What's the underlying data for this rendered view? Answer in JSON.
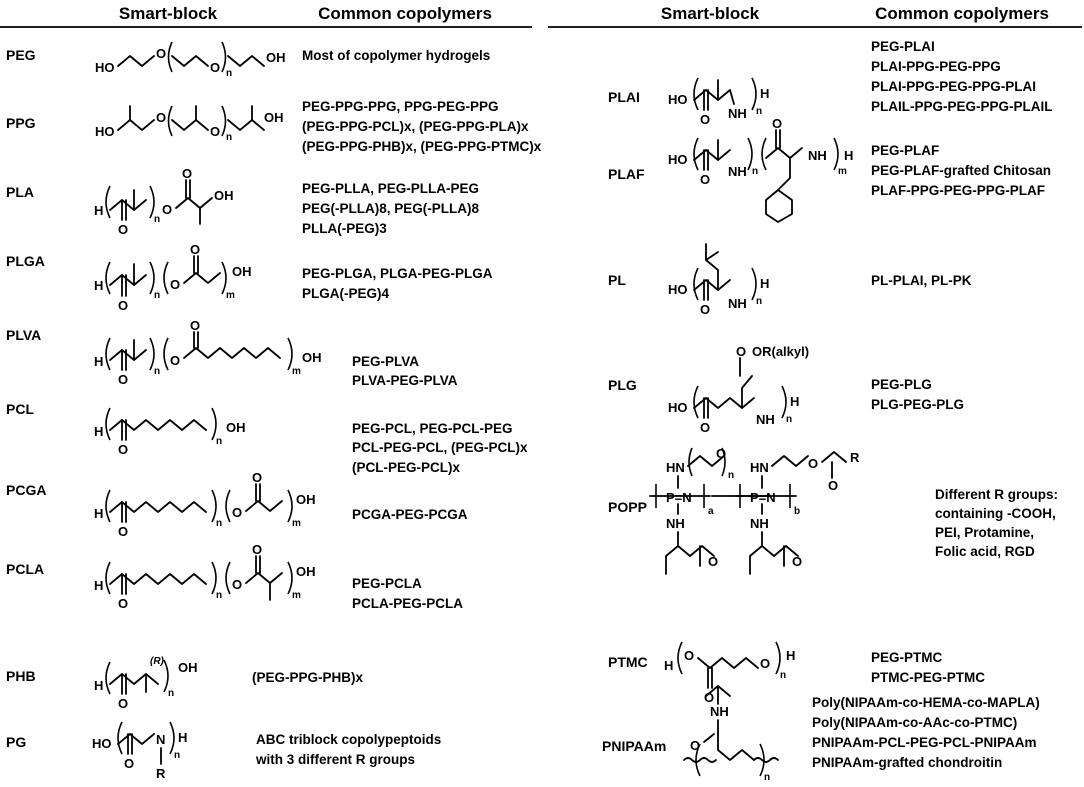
{
  "headers": {
    "left_smart_block": "Smart-block",
    "left_common_copolymers": "Common copolymers",
    "right_smart_block": "Smart-block",
    "right_common_copolymers": "Common copolymers"
  },
  "left_rows": [
    {
      "abbr": "PEG",
      "copolymers": [
        "Most of copolymer hydrogels"
      ]
    },
    {
      "abbr": "PPG",
      "copolymers": [
        "PEG-PPG-PPG, PPG-PEG-PPG",
        "(PEG-PPG-PCL)x, (PEG-PPG-PLA)x",
        "(PEG-PPG-PHB)x, (PEG-PPG-PTMC)x"
      ]
    },
    {
      "abbr": "PLA",
      "copolymers": [
        "PEG-PLLA, PEG-PLLA-PEG",
        "PEG(-PLLA)8, PEG(-PLLA)8",
        "PLLA(-PEG)3"
      ]
    },
    {
      "abbr": "PLGA",
      "copolymers": [
        "PEG-PLGA, PLGA-PEG-PLGA",
        "PLGA(-PEG)4"
      ]
    },
    {
      "abbr": "PLVA",
      "copolymers": [
        "PEG-PLVA",
        "PLVA-PEG-PLVA"
      ]
    },
    {
      "abbr": "PCL",
      "copolymers": [
        "PEG-PCL, PEG-PCL-PEG",
        "PCL-PEG-PCL, (PEG-PCL)x",
        "(PCL-PEG-PCL)x"
      ]
    },
    {
      "abbr": "PCGA",
      "copolymers": [
        "PCGA-PEG-PCGA"
      ]
    },
    {
      "abbr": "PCLA",
      "copolymers": [
        "PEG-PCLA",
        "PCLA-PEG-PCLA"
      ]
    },
    {
      "abbr": "PHB",
      "copolymers": [
        "(PEG-PPG-PHB)x"
      ]
    },
    {
      "abbr": "PG",
      "copolymers": [
        "ABC triblock copolypeptoids",
        "with 3 different R groups"
      ]
    }
  ],
  "right_rows": [
    {
      "abbr": "PLAI",
      "copolymers": [
        "PEG-PLAI",
        "PLAI-PPG-PEG-PPG",
        "PLAI-PPG-PEG-PPG-PLAI",
        "PLAIL-PPG-PEG-PPG-PLAIL"
      ]
    },
    {
      "abbr": "PLAF",
      "copolymers": [
        "PEG-PLAF",
        "PEG-PLAF-grafted Chitosan",
        "PLAF-PPG-PEG-PPG-PLAF"
      ]
    },
    {
      "abbr": "PL",
      "copolymers": [
        "PL-PLAI, PL-PK"
      ]
    },
    {
      "abbr": "PLG",
      "copolymers": [
        "PEG-PLG",
        "PLG-PEG-PLG"
      ]
    },
    {
      "abbr": "POPP",
      "copolymers": [
        "Different R groups:",
        "containing -COOH,",
        "PEI, Protamine,",
        "Folic acid, RGD"
      ]
    },
    {
      "abbr": "PTMC",
      "copolymers": [
        "PEG-PTMC",
        "PTMC-PEG-PTMC"
      ]
    },
    {
      "abbr": "PNIPAAm",
      "copolymers": [
        "Poly(NIPAAm-co-HEMA-co-MAPLA)",
        "Poly(NIPAAm-co-AAc-co-PTMC)",
        "PNIPAAm-PCL-PEG-PCL-PNIPAAm",
        "PNIPAAm-grafted chondroitin"
      ]
    }
  ],
  "atoms": {
    "ho": "HO",
    "oh": "OH",
    "o": "O",
    "h": "H",
    "n": "n",
    "m": "m",
    "nh": "NH",
    "hn": "HN",
    "n_atom": "N",
    "r": "R",
    "r_chiral": "(R)",
    "or_alkyl": "OR(alkyl)",
    "p": "P",
    "p_eq_n": "P=N",
    "a": "a",
    "b": "b"
  }
}
